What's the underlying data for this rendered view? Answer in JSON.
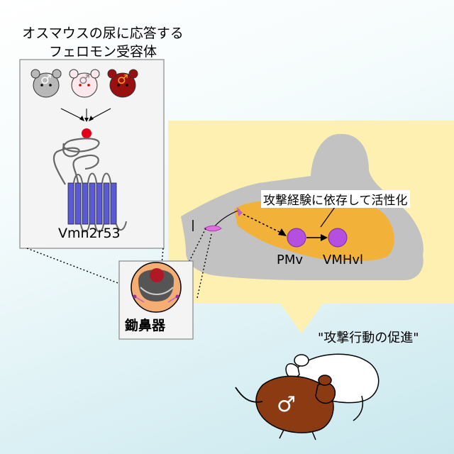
{
  "title_line1": "オスマウスの尿に応答する",
  "title_line2": "フェロモン受容体",
  "receptor_name": "Vmn2r53",
  "organ_name": "鋤鼻器",
  "brain_note": "攻撃経験に依存して活性化",
  "nucleus_1": "PMv",
  "nucleus_2": "VMHvl",
  "behavior_caption": "\"攻撃行動の促進\"",
  "male_symbol": "♂",
  "colors": {
    "brain_panel": "#fdf0b0",
    "mouse_head": "#c2c2c2",
    "brain_region": "#f2b23a",
    "nucleus": "#b44fe0",
    "receptor": "#5a5ad6",
    "red_dot": "#e2001a",
    "brown_mouse": "#8b3a12"
  }
}
